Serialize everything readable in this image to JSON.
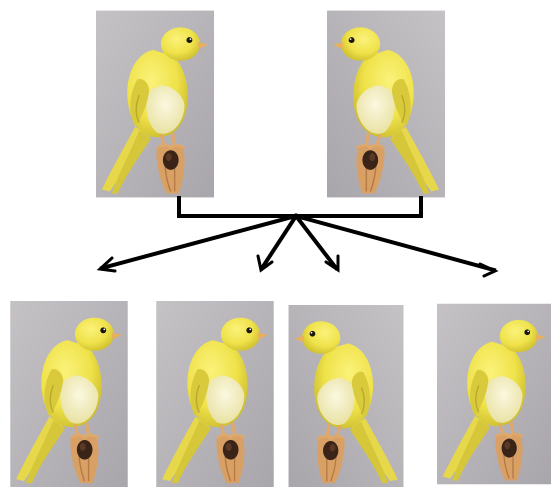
{
  "diagram": {
    "parents": [
      {
        "id": "parent-left",
        "subject": "canary",
        "facing": "right",
        "plumage": "yellow"
      },
      {
        "id": "parent-right",
        "subject": "canary",
        "facing": "left",
        "plumage": "yellow"
      }
    ],
    "offspring": [
      {
        "id": "offspring-1",
        "subject": "canary",
        "facing": "right",
        "plumage": "yellow"
      },
      {
        "id": "offspring-2",
        "subject": "canary",
        "facing": "right",
        "plumage": "yellow"
      },
      {
        "id": "offspring-3",
        "subject": "canary",
        "facing": "left",
        "plumage": "yellow"
      },
      {
        "id": "offspring-4",
        "subject": "canary",
        "facing": "right",
        "plumage": "yellow"
      }
    ],
    "colors": {
      "background": "#ffffff",
      "photo_background": "#b9b6bb",
      "bird_body": "#efe24a",
      "bird_belly": "#f4f0c8",
      "bird_shadow": "#cdbd2e",
      "beak": "#e8b05a",
      "perch": "#d9a066",
      "perch_dark": "#3a2418",
      "connector": "#000000"
    }
  }
}
